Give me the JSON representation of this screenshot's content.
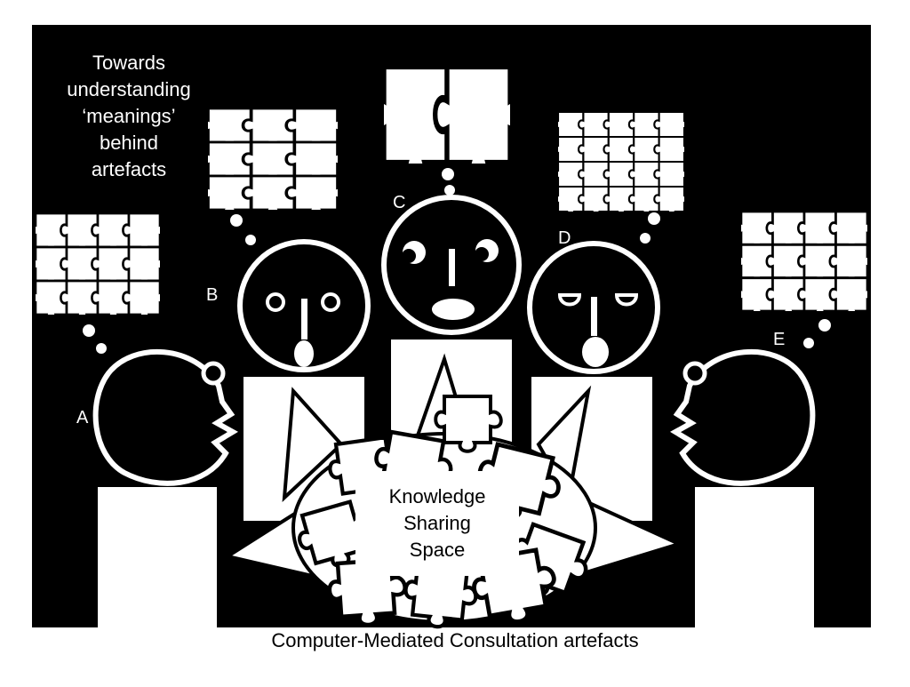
{
  "title_lines": [
    "Towards",
    "understanding",
    "‘meanings’",
    "behind",
    "artefacts"
  ],
  "people": [
    {
      "label": "A"
    },
    {
      "label": "B"
    },
    {
      "label": "C"
    },
    {
      "label": "D"
    },
    {
      "label": "E"
    }
  ],
  "center": {
    "lines": [
      "Knowledge",
      "Sharing",
      "Space"
    ]
  },
  "caption": "Computer-Mediated Consultation artefacts",
  "colors": {
    "background": "#000000",
    "foreground": "#ffffff",
    "page": "#ffffff",
    "text": "#000000"
  },
  "icons": {
    "person": "stick-head-icon",
    "thought": "puzzle-thought-bubble-icon",
    "space": "puzzle-pile-icon"
  }
}
